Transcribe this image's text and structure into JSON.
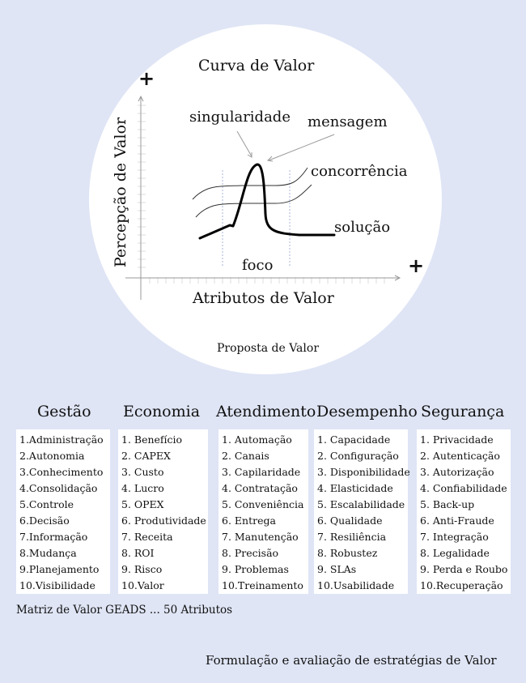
{
  "diagram": {
    "title": "Curva de Valor",
    "y_axis_label": "Percepção de Valor",
    "x_axis_label": "Atributos de Valor",
    "plus_symbol": "+",
    "labels": {
      "singularidade": "singularidade",
      "mensagem": "mensagem",
      "concorrencia": "concorrência",
      "solucao": "solução",
      "foco": "foco"
    },
    "caption": "Proposta de Valor",
    "colors": {
      "background": "#dfe5f5",
      "ellipse": "#ffffff",
      "axis": "#999999",
      "focus_lines": "#aab4d8",
      "curve": "#000000"
    }
  },
  "matrix": {
    "columns": [
      {
        "title": "Gestão",
        "items": [
          "1.Administração",
          "2.Autonomia",
          "3.Conhecimento",
          "4.Consolidação",
          "5.Controle",
          "6.Decisão",
          "7.Informação",
          "8.Mudança",
          "9.Planejamento",
          "10.Visibilidade"
        ]
      },
      {
        "title": "Economia",
        "items": [
          "1. Benefício",
          "2. CAPEX",
          "3. Custo",
          "4. Lucro",
          "5. OPEX",
          "6. Produtividade",
          "7. Receita",
          "8. ROI",
          "9. Risco",
          "10.Valor"
        ]
      },
      {
        "title": "Atendimento",
        "items": [
          "1. Automação",
          "2. Canais",
          "3. Capilaridade",
          "4. Contratação",
          "5. Conveniência",
          "6. Entrega",
          "7. Manutenção",
          "8. Precisão",
          "9. Problemas",
          "10.Treinamento"
        ]
      },
      {
        "title": "Desempenho",
        "items": [
          "1. Capacidade",
          "2. Configuração",
          "3. Disponibilidade",
          "4. Elasticidade",
          "5. Escalabilidade",
          "6. Qualidade",
          "7. Resiliência",
          "8. Robustez",
          "9. SLAs",
          "10.Usabilidade"
        ]
      },
      {
        "title": "Segurança",
        "items": [
          "1. Privacidade",
          "2. Autenticação",
          "3. Autorização",
          "4. Confiabilidade",
          "5. Back-up",
          "6. Anti-Fraude",
          "7. Integração",
          "8. Legalidade",
          "9. Perda e Roubo",
          "10.Recuperação"
        ]
      }
    ],
    "footer_note": "Matriz de Valor GEADS ... 50 Atributos"
  },
  "footer": {
    "subtitle": "Formulação e avaliação de estratégias de Valor"
  }
}
